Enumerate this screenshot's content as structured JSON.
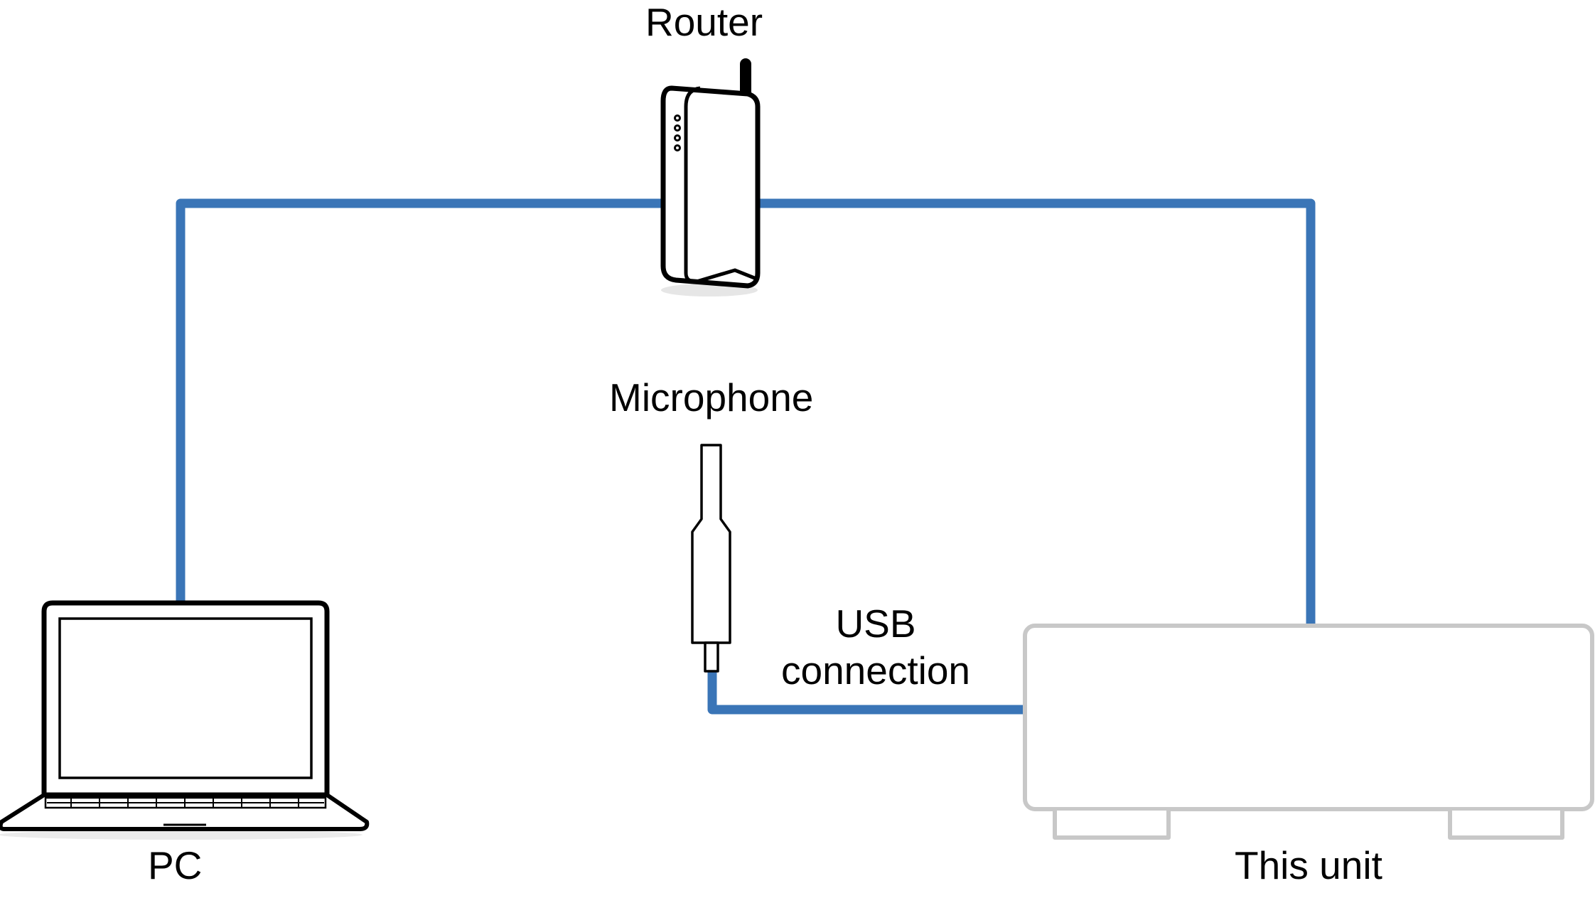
{
  "diagram": {
    "labels": {
      "router": "Router",
      "microphone": "Microphone",
      "usb_line1": "USB",
      "usb_line2": "connection",
      "pc": "PC",
      "unit": "This unit"
    },
    "colors": {
      "cable": "#3a75b7",
      "device_outline": "#000000",
      "unit_outline": "#c8c8c8",
      "background": "#ffffff"
    },
    "icons": {
      "router": "wifi-router-icon",
      "microphone": "usb-microphone-icon",
      "pc": "laptop-icon",
      "unit": "audio-unit-icon"
    }
  }
}
